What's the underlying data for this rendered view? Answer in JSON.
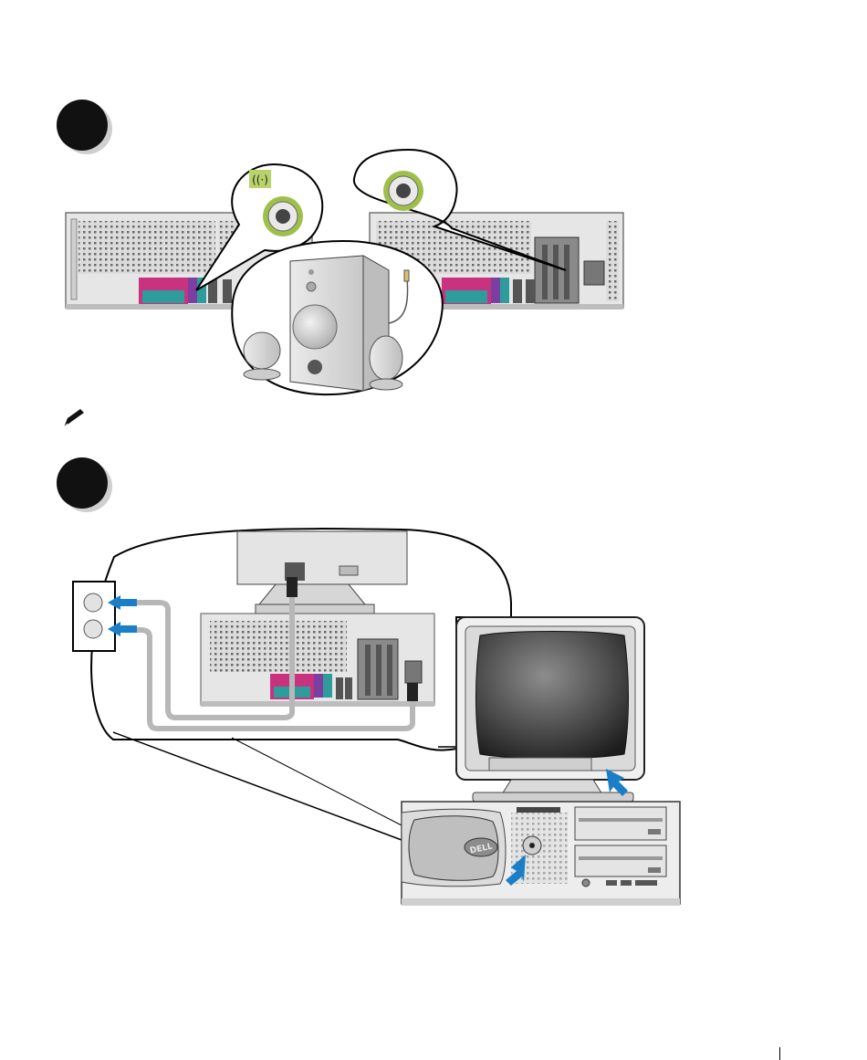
{
  "steps": [
    {
      "id": "step-speakers",
      "badge": "step-badge"
    },
    {
      "id": "step-power",
      "badge": "step-badge"
    }
  ],
  "note": {
    "icon": "pencil-note-icon"
  },
  "colors": {
    "callout_outline": "#000000",
    "audio_ring": "#9ec04a",
    "audio_badge": "#b7d36a",
    "arrow_blue": "#1a7fc7",
    "cable_gray": "#b7b7b7",
    "port_magenta": "#c8327f",
    "port_teal": "#2f9c9c",
    "chassis_light": "#e8e8e8",
    "chassis_dark": "#cfcfcf"
  },
  "icons": [
    "audio-out-icon",
    "pencil-note-icon",
    "power-button-icon",
    "blue-arrow-icon"
  ],
  "brand": {
    "logo": "dell-logo"
  }
}
